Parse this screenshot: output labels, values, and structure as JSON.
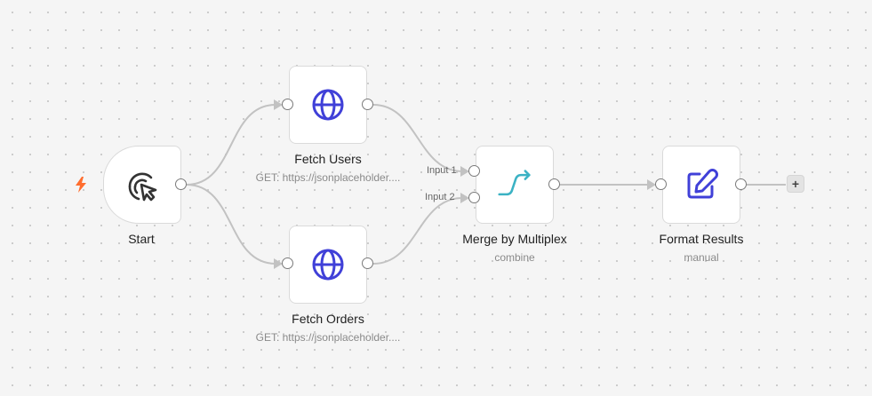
{
  "nodes": {
    "start": {
      "title": "Start",
      "icon": "pointer-click-icon"
    },
    "fetch_users": {
      "title": "Fetch Users",
      "subtitle": "GET: https://jsonplaceholder....",
      "icon": "globe-icon"
    },
    "fetch_orders": {
      "title": "Fetch Orders",
      "subtitle": "GET: https://jsonplaceholder....",
      "icon": "globe-icon"
    },
    "merge": {
      "title": "Merge by Multiplex",
      "subtitle": "combine",
      "icon": "merge-icon",
      "input1_label": "Input 1",
      "input2_label": "Input 2"
    },
    "format": {
      "title": "Format Results",
      "subtitle": "manual",
      "icon": "edit-icon"
    }
  },
  "add_button_label": "+",
  "colors": {
    "accent_icon": "#4040d8",
    "merge_icon": "#3bb2c4",
    "trigger_bolt": "#ff6d2e",
    "edge": "#c2c2c2"
  }
}
